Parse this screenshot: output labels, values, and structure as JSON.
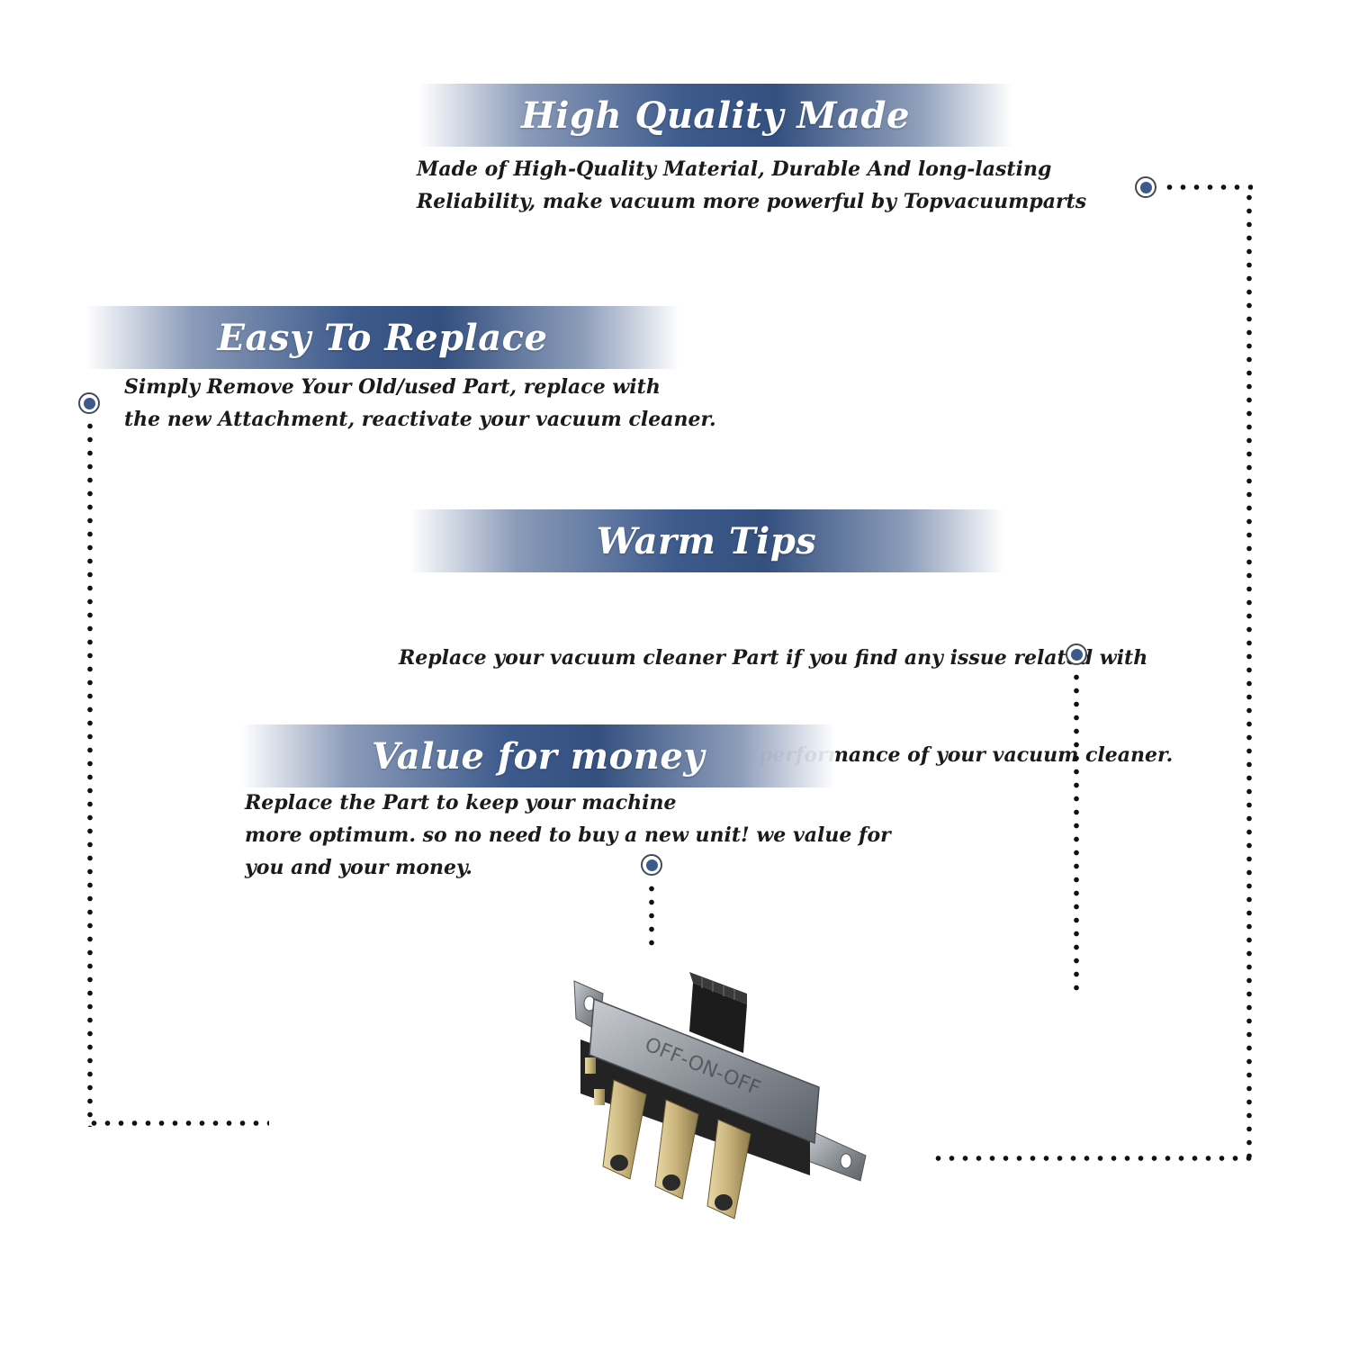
{
  "sections": [
    {
      "title": "High Quality Made",
      "lines": [
        "Made of  High-Quality Material, Durable And long-lasting",
        "Reliability, make vacuum more powerful by Topvacuumparts"
      ]
    },
    {
      "title": "Easy To Replace",
      "lines": [
        "Simply Remove Your Old/used Part, replace with",
        "the new Attachment, reactivate your vacuum cleaner."
      ]
    },
    {
      "title": "Warm Tips",
      "lines": [
        "Replace your vacuum cleaner Part if you find any issue related with",
        " attachment to ensure optimum performance of your vacuum cleaner."
      ]
    },
    {
      "title": "Value for money",
      "lines": [
        "Replace the Part to keep your machine",
        "more optimum. so no need to buy a new unit! we value for",
        "you and your money."
      ]
    }
  ],
  "product": {
    "switch_marking": "OFF-ON-OFF"
  },
  "colors": {
    "banner_dark": "#34507f",
    "marker_fill": "#3d5a8c",
    "text": "#1a1a1a"
  }
}
